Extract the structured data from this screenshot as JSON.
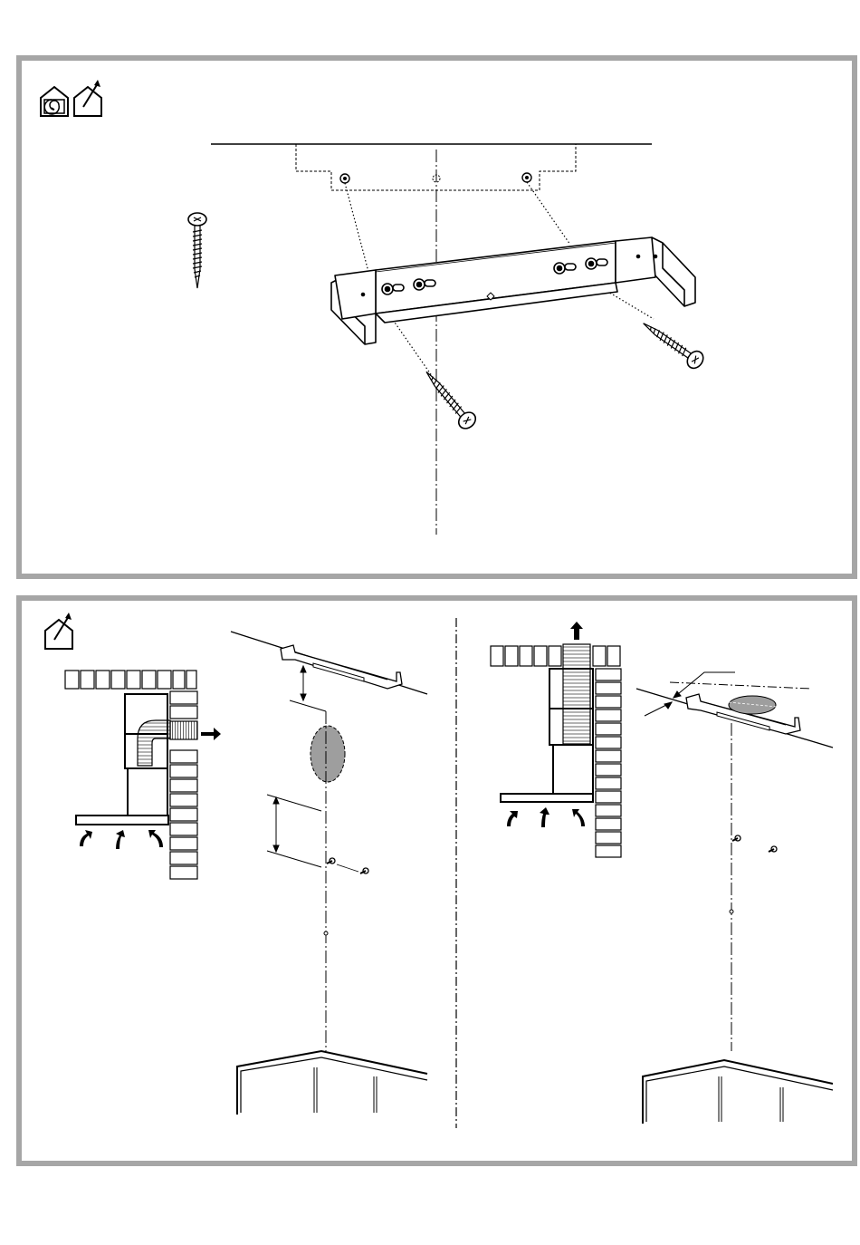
{
  "document": {
    "panels": [
      {
        "id": "top",
        "icons": [
          "recirculation-mode-icon",
          "extraction-mode-icon"
        ],
        "parts": [
          "ceiling-line",
          "mounting-bracket",
          "wall-screw",
          "drill-holes",
          "center-axis-line"
        ]
      },
      {
        "id": "bottom",
        "icons": [
          "extraction-mode-icon"
        ],
        "views": [
          "side-outlet-installation",
          "top-outlet-installation"
        ]
      }
    ]
  }
}
